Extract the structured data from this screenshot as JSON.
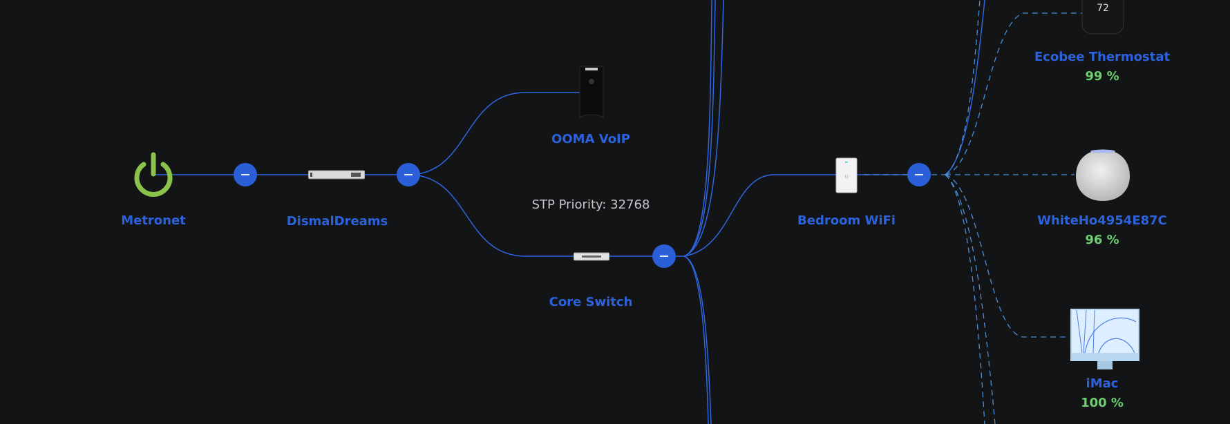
{
  "colors": {
    "background": "#131416",
    "link": "#2f66e0",
    "wifi_link": "#4a8fd8",
    "label": "#2c62dc",
    "signal": "#6ccf6e",
    "internet": "#8bc34a"
  },
  "nodes": {
    "internet": {
      "label": "Metronet",
      "icon": "power-icon"
    },
    "gateway": {
      "label": "DismalDreams",
      "icon": "gateway-icon"
    },
    "voip": {
      "label": "OOMA VoIP",
      "icon": "voip-phone-icon"
    },
    "core_switch": {
      "label": "Core Switch",
      "icon": "switch-icon",
      "stp": "STP Priority: 32768"
    },
    "ap": {
      "label": "Bedroom WiFi",
      "icon": "access-point-icon"
    },
    "thermostat": {
      "label": "Ecobee Thermostat",
      "signal": "99 %",
      "icon": "thermostat-icon",
      "temp": "72"
    },
    "homepod": {
      "label": "WhiteHo4954E87C",
      "signal": "96 %",
      "icon": "speaker-icon"
    },
    "imac": {
      "label": "iMac",
      "signal": "100 %",
      "icon": "imac-icon"
    }
  }
}
